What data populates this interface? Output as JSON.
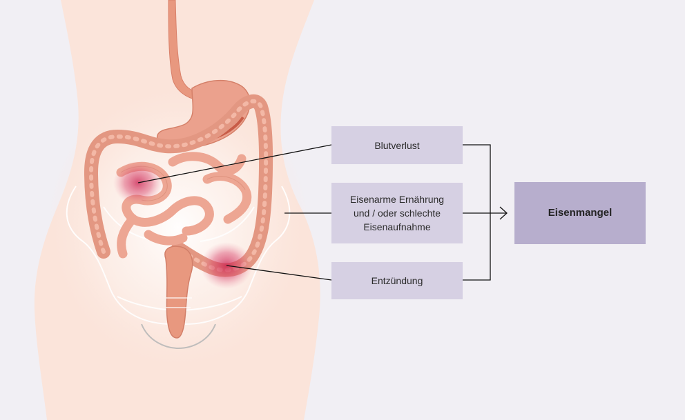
{
  "diagram": {
    "causes": {
      "blood_loss": "Blutverlust",
      "diet": "Eisenarme Ernährung\nund / oder schlechte\nEisenaufnahme",
      "inflammation": "Entzündung"
    },
    "result": "Eisenmangel"
  },
  "colors": {
    "background": "#f1eff4",
    "cause_box": "#d6d0e3",
    "result_box": "#b7aecd",
    "intestine": "#eba18d",
    "highlight": "#d2375a",
    "lines": "#111111"
  }
}
